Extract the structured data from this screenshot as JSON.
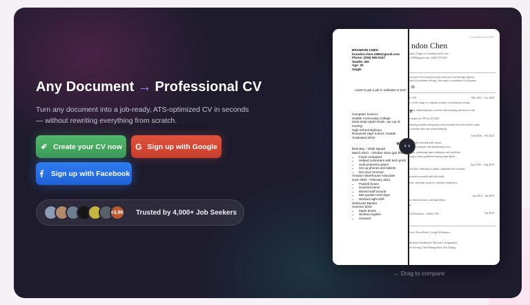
{
  "hero": {
    "headline_start": "Any Document",
    "headline_arrow": "→",
    "headline_end": "Professional CV",
    "subtext": "Turn any document into a job-ready, ATS-optimized CV in seconds — without rewriting everything from scratch."
  },
  "buttons": {
    "create_cv": "Create your CV now",
    "google": "Sign up with Google",
    "facebook": "Sign up with Facebook"
  },
  "trust": {
    "count_badge": "+3.9K",
    "label": "Trusted by 4,000+ Job Seekers"
  },
  "cv_raw": {
    "name": "BRANDON CHEN",
    "email": "brandon.chen.1999@gmail.com",
    "phone": "Phone: (206) 555-0247",
    "city": "Seattle, WA",
    "age": "Age: 25",
    "status": "Single",
    "objective": "I want to get a job in software or tech",
    "education": [
      "Computer Science",
      "Seattle Community College",
      "2016-2020 (didn't finish, ran out of money)",
      "High School Diploma",
      "Roosevelt High School, Seattle",
      "Graduated 2019"
    ],
    "work_heading": "WORK",
    "job1_title": "Best Buy - Geek Squad",
    "job1_dates": "March 2021 - October 2024 (got fired fo",
    "job1_bullets": [
      "Fixed computers",
      "Helped customers with tech probl",
      "Sold protection plans",
      "Set up phones and tablets",
      "Did virus removal"
    ],
    "job2_title": "Amazon Warehouse Associate",
    "job2_dates": "June 2020 - February 2021",
    "job2_bullets": [
      "Packed boxes",
      "Scanned items",
      "Moved stuff around",
      "Met quotas most days",
      "Worked night shift"
    ],
    "job3_title": "Starbucks Barista",
    "job3_dates": "Summer 2019",
    "job3_bullets": [
      "Made drinks",
      "Worked register",
      "Cleaned"
    ]
  },
  "cv_pro": {
    "updated": "Last updated in Jan 2025",
    "name": "ndon Chen",
    "tagline": "nalyst | Eager to Contribute and Learn",
    "contact": "n.1999@gmail.com  |  (206) 555-0247",
    "summary": [
      "g an entry-level position in the software or technology industry",
      "nsion for problem-solving. I am eager to contribute to a dynamic"
    ],
    "section_o": "O",
    "location": "tle, WA",
    "date1": "Mar 2021 – Oct 2024",
    "lines1": [
      "ss a wide range of computer systems, resolving an average",
      "omers, addressing their concerns and ensuring satisfaction with"
    ],
    "section_e": "E",
    "lines2": [
      "ensuring seamless integration with customer networks and accounts.",
      "g customer data and system integrity.",
      "le targets by 10% in Q3 2023"
    ],
    "date2": "June 2020 – Feb 2023",
    "lines3": [
      "extremely meeting daily quotas.",
      "ing data integrity and minimizing errors.",
      "ations, optimizing space utilization and workflow.",
      "ering to safety guidelines during night shifts."
    ],
    "date3": "June 2019 – Aug 2019",
    "lines4": [
      "food base, adhering to quality standards and customer",
      "sactions accurately and efficiently.",
      "ment, ensuring a positive customer experience."
    ],
    "date4": "Jan 2016 – Jan 2020",
    "lines5": [
      "ols, data structures, and algorithms.",
      "gs."
    ],
    "date5": "Jun 2019",
    "school": "eral Education – Seattle, WA",
    "skills": [
      "Excel, PowerPoint), Google Workspace",
      "Hardware Installation, Network Configuration",
      "em-Solving, Time Management, Fast Typing"
    ]
  },
  "compare": {
    "handle": "‹›",
    "hint": "↔ Drag to compare"
  },
  "colors": {
    "accent_arrow": "#a78bfa",
    "green_button": "#4caf63",
    "google_button": "#d9493a",
    "facebook_button": "#2a72e6",
    "hero_background": "#1d1b2c"
  },
  "icons": [
    "rocket-icon",
    "google-icon",
    "facebook-icon",
    "code-icon"
  ]
}
